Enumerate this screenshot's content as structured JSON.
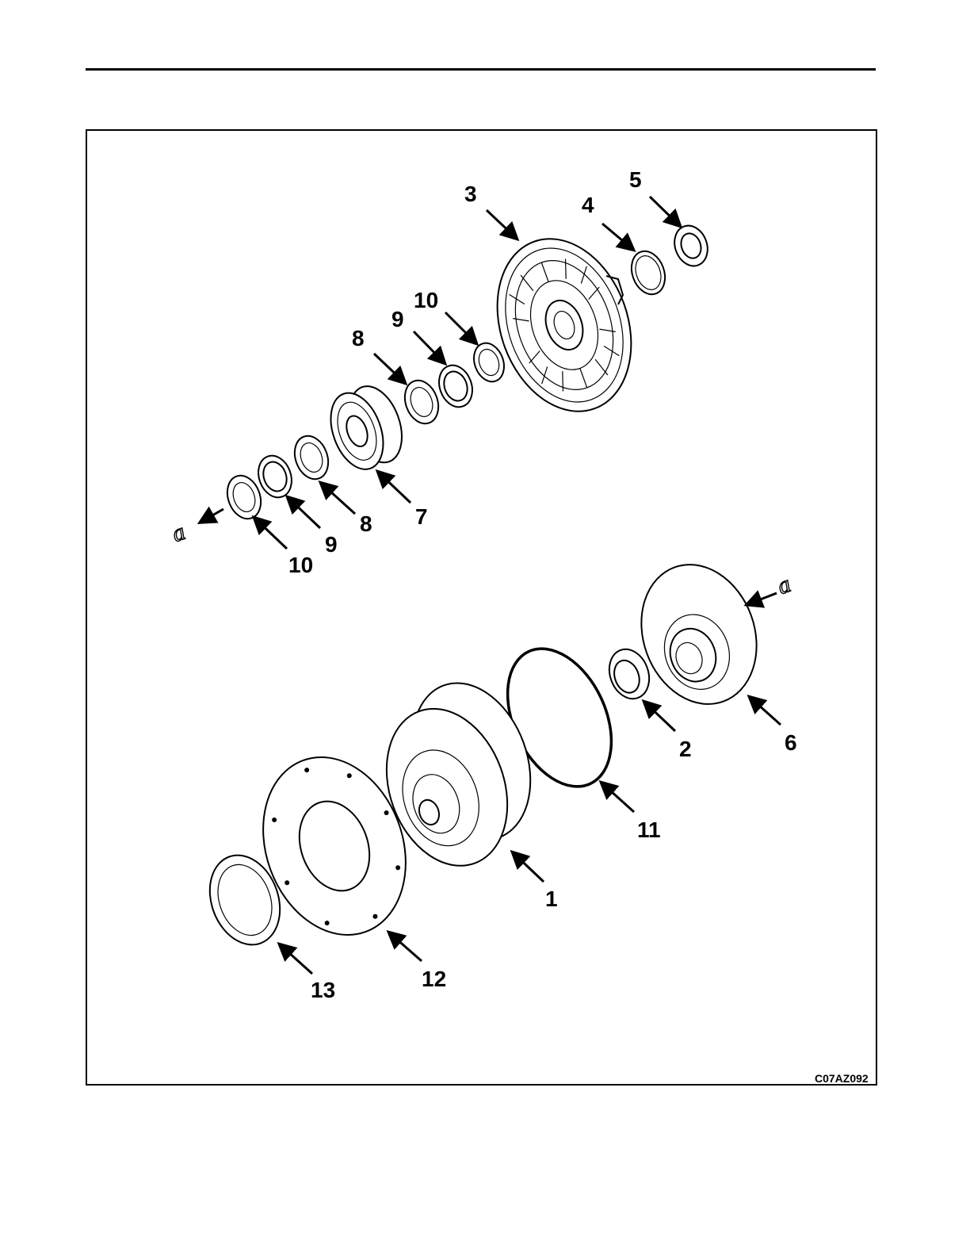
{
  "figure": {
    "code": "C07AZ092",
    "callouts": {
      "c1": "1",
      "c2": "2",
      "c3": "3",
      "c4": "4",
      "c5": "5",
      "c6": "6",
      "c7": "7",
      "c8a": "8",
      "c8b": "8",
      "c9a": "9",
      "c9b": "9",
      "c10a": "10",
      "c10b": "10",
      "c11": "11",
      "c12": "12",
      "c13": "13"
    },
    "reference_marks": {
      "left": "a",
      "right": "a"
    }
  }
}
